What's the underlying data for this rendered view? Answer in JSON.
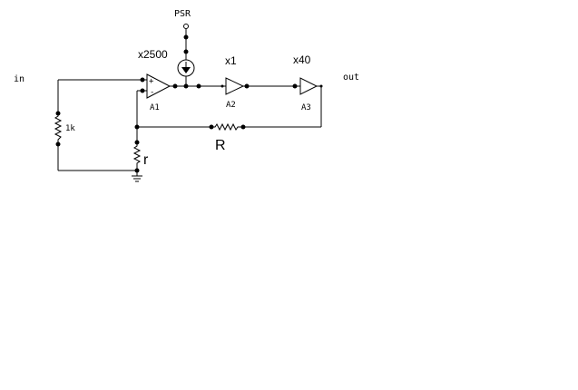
{
  "labels": {
    "psr": "PSR",
    "gain_a1": "x2500",
    "gain_a2": "x1",
    "gain_a3": "x40",
    "in": "in",
    "out": "out",
    "r_1k": "1k",
    "r_small": "r",
    "r_big": "R",
    "a1": "A1",
    "a2": "A2",
    "a3": "A3",
    "plus": "+",
    "minus": "-"
  }
}
